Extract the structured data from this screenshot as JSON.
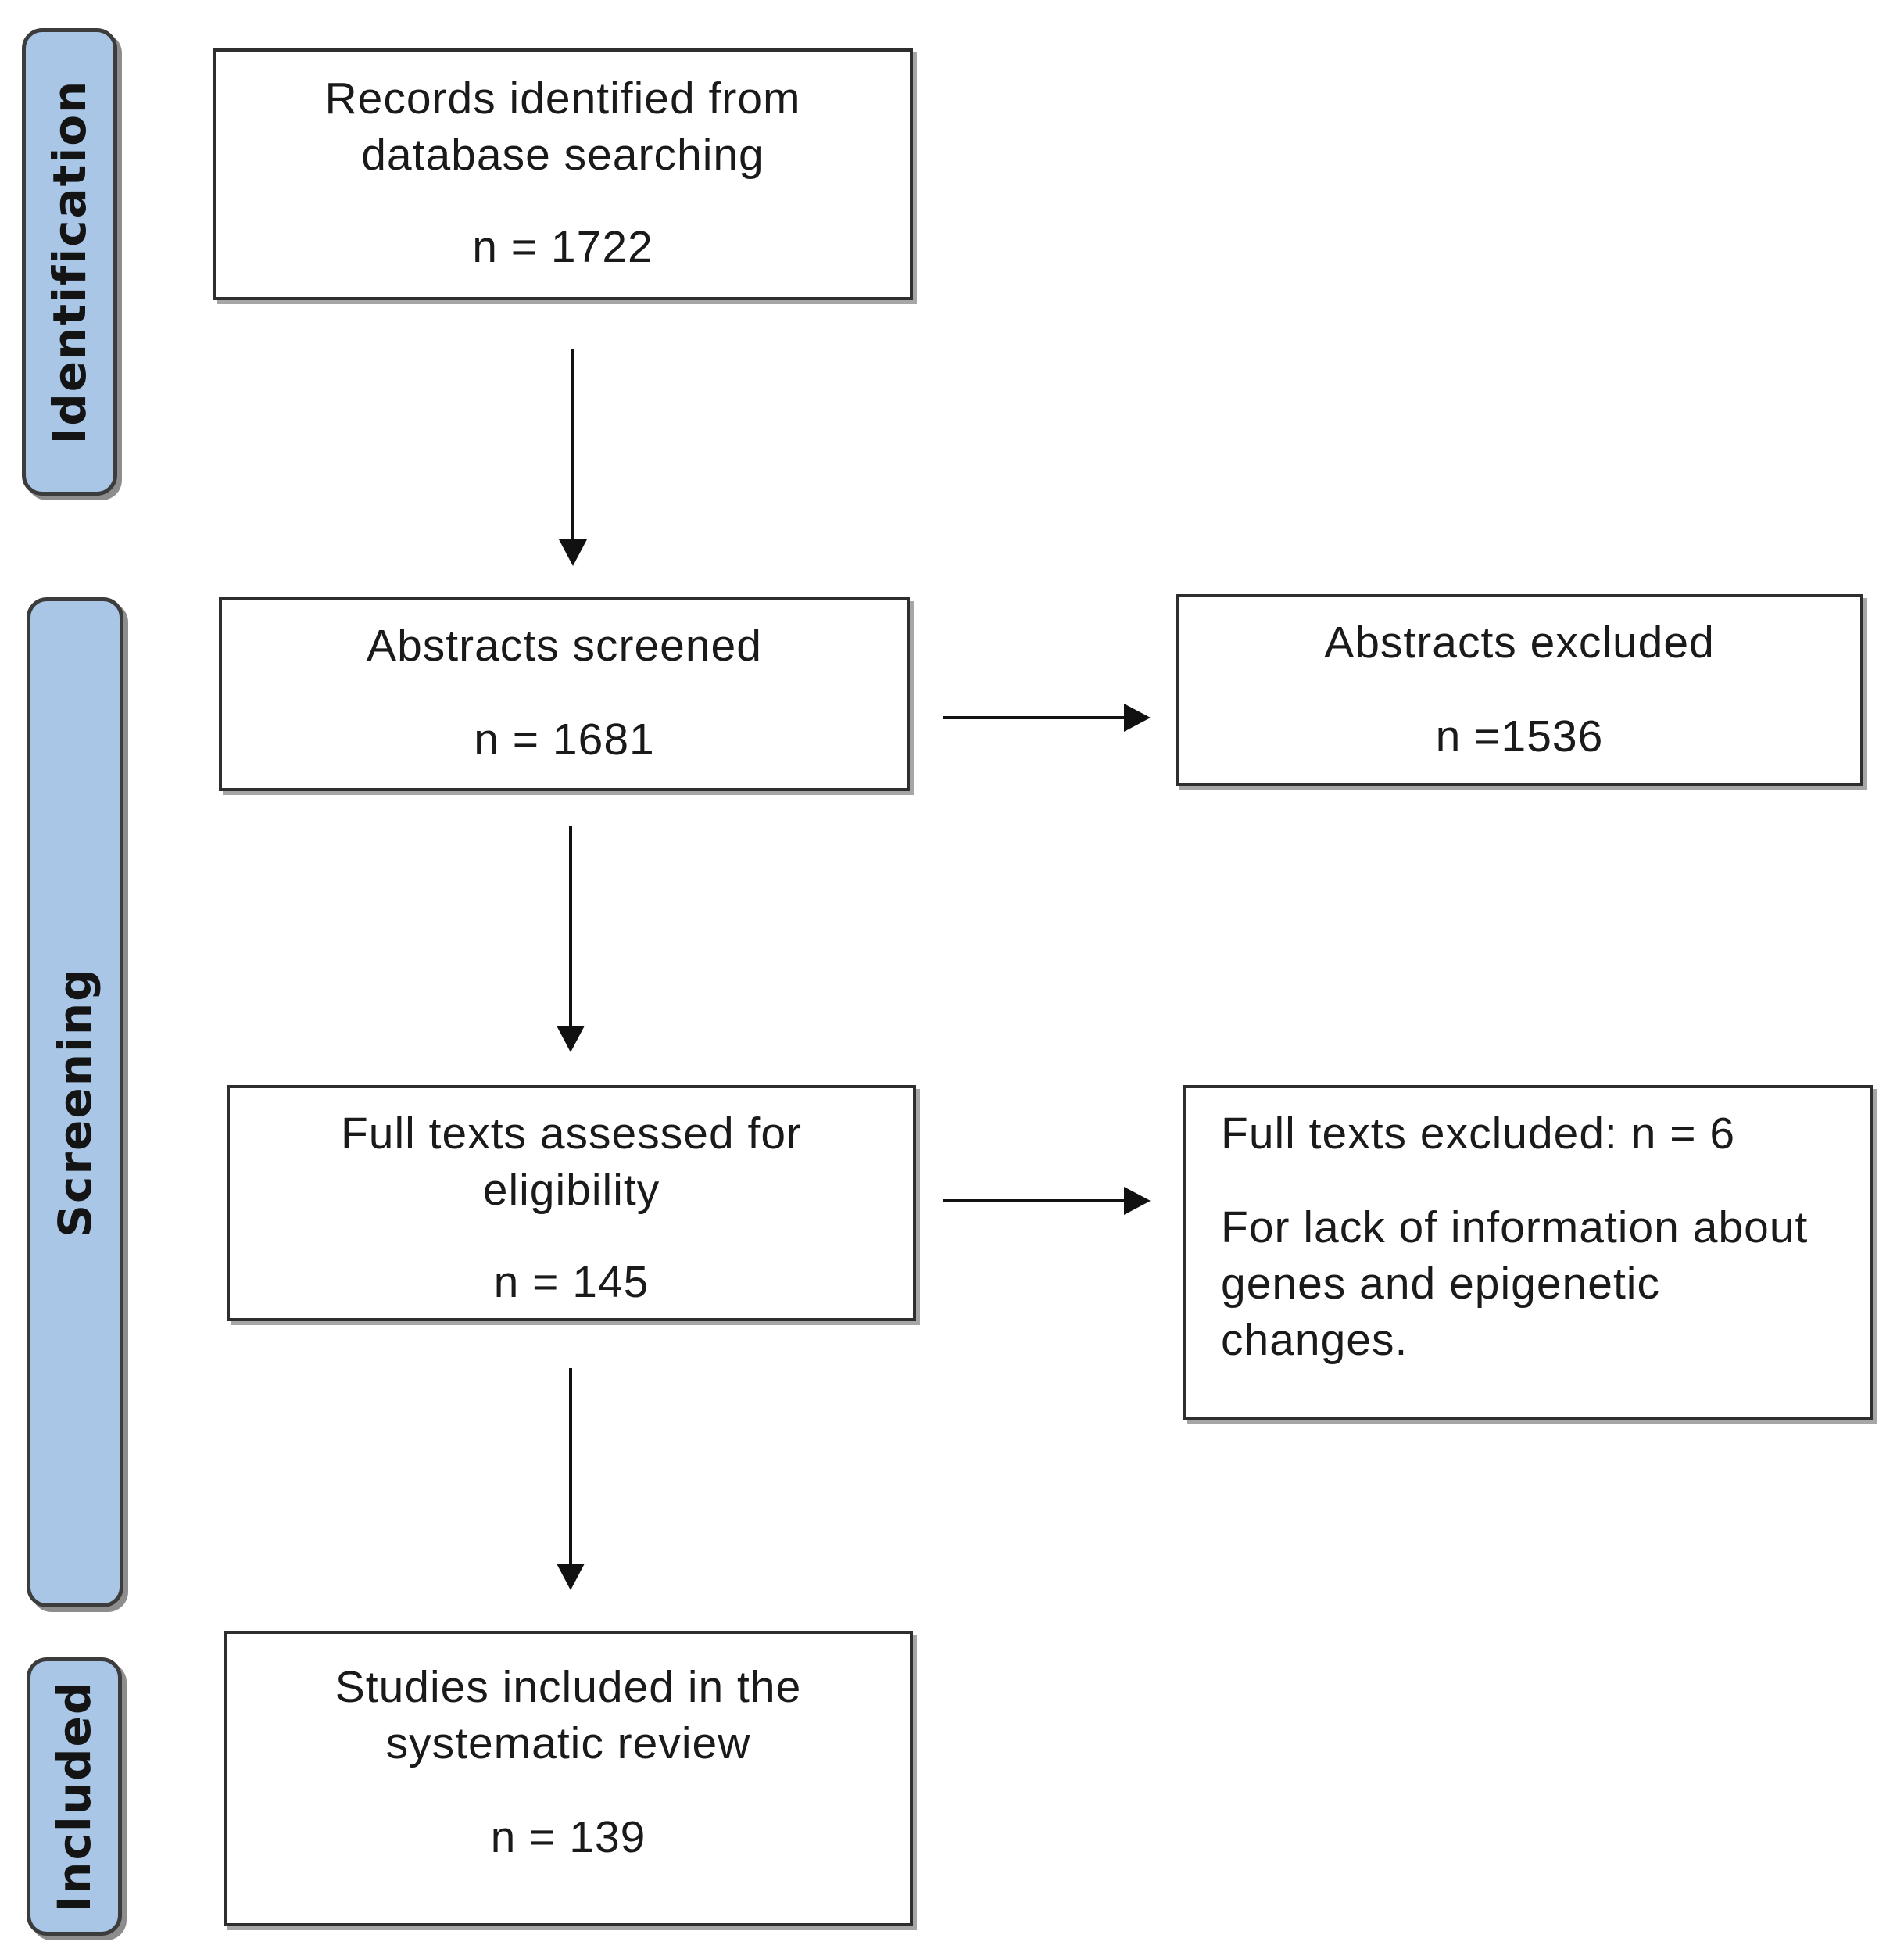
{
  "stages": {
    "identification": "Identification",
    "screening": "Screening",
    "included": "Included"
  },
  "boxes": {
    "records_identified": {
      "line1": "Records identified from",
      "line2": "database searching",
      "count": "n = 1722"
    },
    "abstracts_screened": {
      "line1": "Abstracts screened",
      "count": "n = 1681"
    },
    "abstracts_excluded": {
      "line1": "Abstracts excluded",
      "count": "n =1536"
    },
    "full_texts_assessed": {
      "line1": "Full texts assessed for",
      "line2": "eligibility",
      "count": "n = 145"
    },
    "full_texts_excluded": {
      "line1": "Full texts excluded: n = 6",
      "line2": "For lack of information about",
      "line3": "genes and epigenetic",
      "line4": "changes."
    },
    "studies_included": {
      "line1": "Studies included in the",
      "line2": "systematic review",
      "count": "n = 139"
    }
  },
  "colors": {
    "stage_fill": "#a9c6e6",
    "stage_border": "#3c3c3c",
    "box_border": "#2e2e2e",
    "arrow": "#111111"
  }
}
